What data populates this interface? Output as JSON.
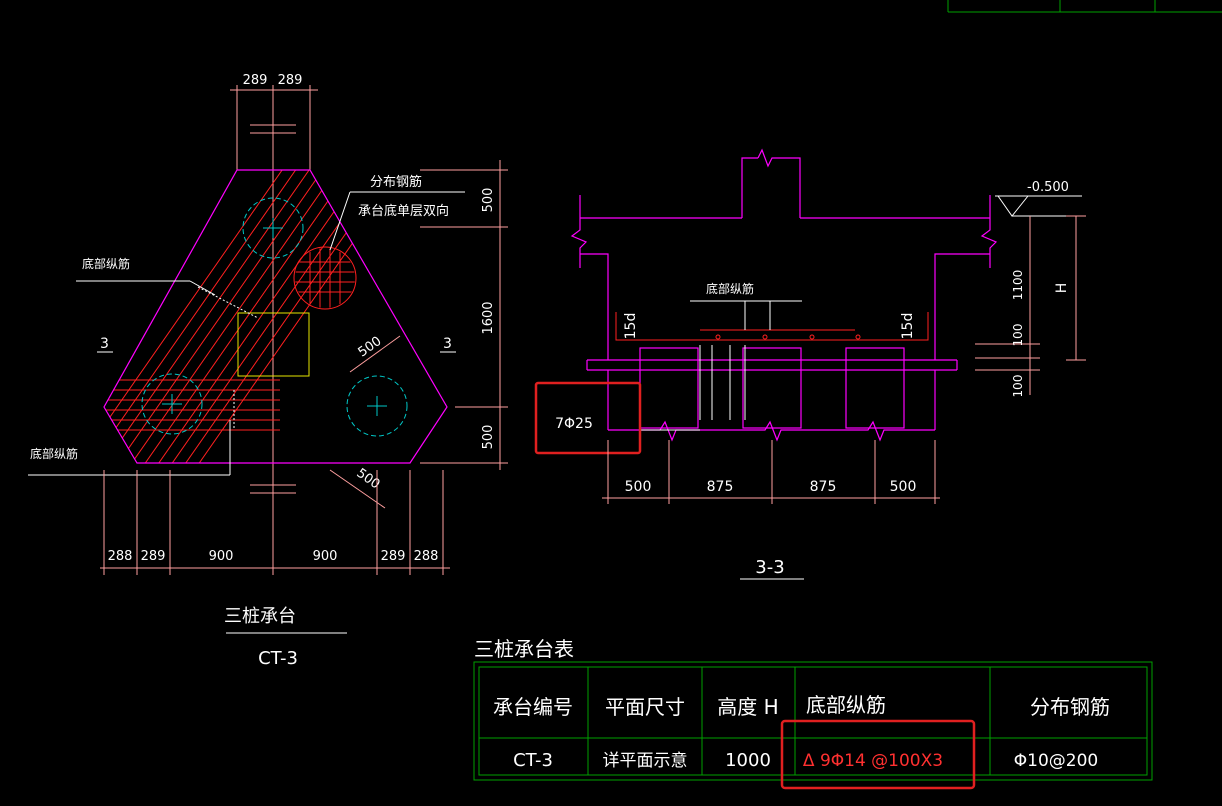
{
  "plan": {
    "title": "三桩承台",
    "code": "CT-3",
    "dims_top": [
      "289",
      "289"
    ],
    "dims_bottom": [
      "288",
      "289",
      "900",
      "900",
      "289",
      "288"
    ],
    "dims_right": [
      "500",
      "1600",
      "500"
    ],
    "pile_spacing": [
      "500",
      "500"
    ],
    "section_marks": [
      "3",
      "3"
    ],
    "label_dist_rebar": "分布钢筋",
    "label_dist_rebar_note": "承台底单层双向",
    "label_bottom_rebar_1": "底部纵筋",
    "label_bottom_rebar_2": "底部纵筋"
  },
  "section": {
    "title": "3-3",
    "level": "-0.500",
    "height_label": "H",
    "dims_right": [
      "1100",
      "100",
      "100"
    ],
    "dims_bottom": [
      "500",
      "875",
      "875",
      "500"
    ],
    "anchor_left": "15d",
    "anchor_right": "15d",
    "label_bottom_rebar": "底部纵筋",
    "pile_rebar": "7Φ25"
  },
  "table": {
    "title": "三桩承台表",
    "headers": [
      "承台编号",
      "平面尺寸",
      "高度 H",
      "底部纵筋",
      "分布钢筋"
    ],
    "row": [
      "CT-3",
      "详平面示意",
      "1000",
      "Δ 9Φ14 @100X3",
      "Φ10@200"
    ]
  },
  "colors": {
    "outline": "#ff00ff",
    "dimension": "#ff9f9f",
    "rebar": "#ff2020",
    "pile": "#00c8c8",
    "text": "#ffffff",
    "table_border": "#00a000",
    "highlight": "#e02020",
    "column": "#e6e600"
  }
}
